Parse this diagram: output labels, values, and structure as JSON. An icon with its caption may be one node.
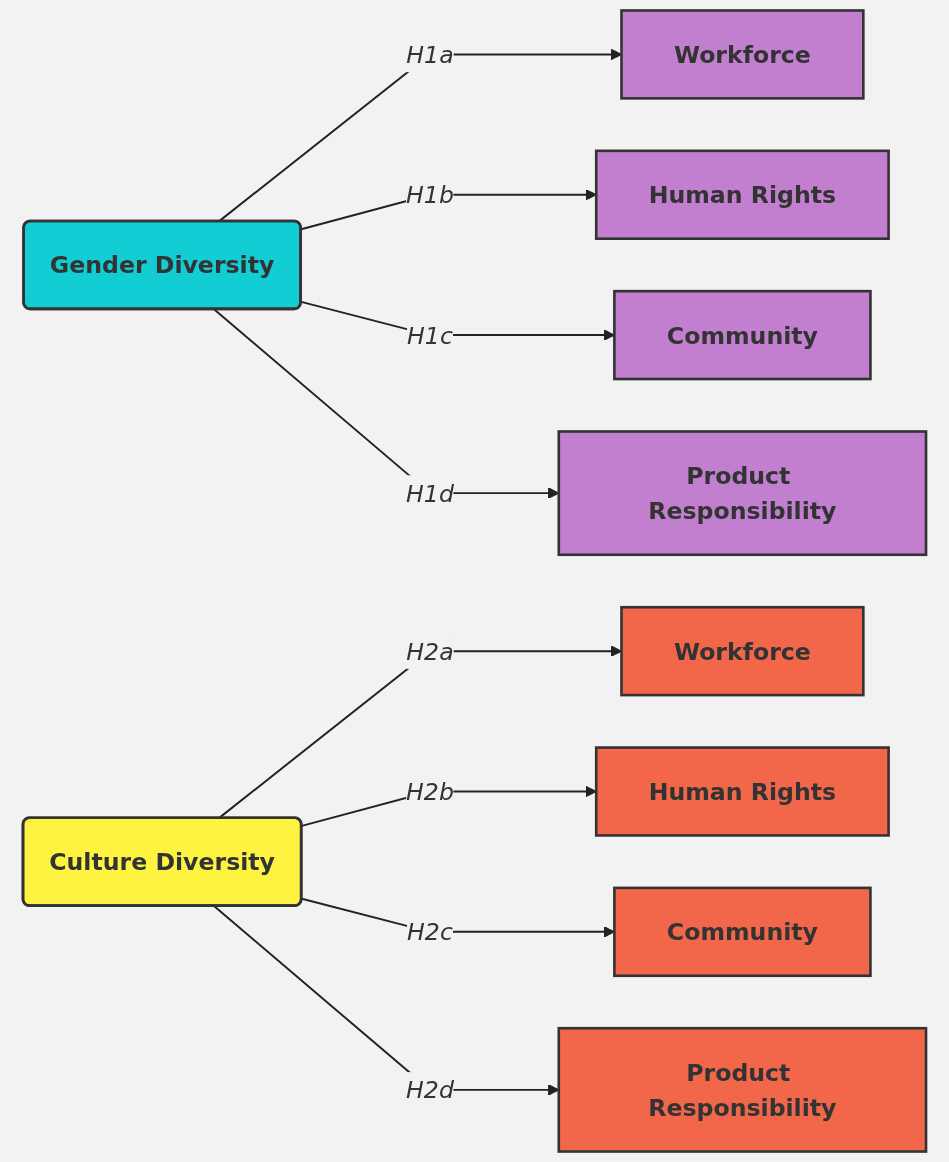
{
  "diagram": {
    "nodes": [
      {
        "text": [
          "Gender Diversity"
        ]
      },
      {
        "text": [
          "Workforce"
        ]
      },
      {
        "text": [
          "Human Rights"
        ]
      },
      {
        "text": [
          "Community"
        ]
      },
      {
        "text": [
          "Product Responsibility"
        ]
      },
      {
        "text": [
          "Culture Diversity"
        ]
      },
      {
        "text": [
          "Workforce"
        ]
      },
      {
        "text": [
          "Human Rights"
        ]
      },
      {
        "text": [
          "Community"
        ]
      },
      {
        "text": [
          "Product Responsibility"
        ]
      }
    ],
    "edges": [
      {
        "from": 0,
        "to": 1,
        "arrow": "to",
        "label": "H1a"
      },
      {
        "from": 0,
        "to": 2,
        "arrow": "to",
        "label": "H1b"
      },
      {
        "from": 0,
        "to": 3,
        "arrow": "to",
        "label": "H1c"
      },
      {
        "from": 0,
        "to": 4,
        "arrow": "to",
        "label": "H1d"
      },
      {
        "from": 5,
        "to": 6,
        "arrow": "to",
        "label": "H2a"
      },
      {
        "from": 5,
        "to": 7,
        "arrow": "to",
        "label": "H2b"
      },
      {
        "from": 5,
        "to": 8,
        "arrow": "to",
        "label": "H2c"
      },
      {
        "from": 5,
        "to": 9,
        "arrow": "to",
        "label": "H2d"
      }
    ]
  }
}
